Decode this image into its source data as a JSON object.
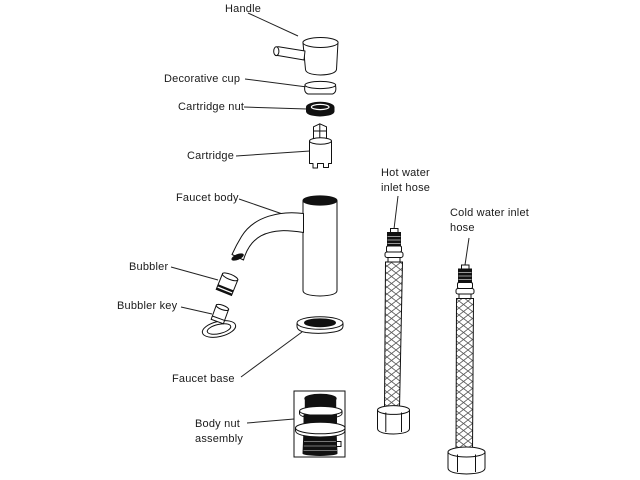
{
  "diagram": {
    "colors": {
      "background": "#ffffff",
      "line": "#111111",
      "dark_fill": "#111111"
    },
    "labels": {
      "handle": "Handle",
      "decorative_cup": "Decorative cup",
      "cartridge_nut": "Cartridge nut",
      "cartridge": "Cartridge",
      "faucet_body": "Faucet body",
      "bubbler": "Bubbler",
      "bubbler_key": "Bubbler key",
      "faucet_base": "Faucet base",
      "body_nut_assembly": [
        "Body nut",
        "assembly"
      ],
      "hot_water_inlet_hose": [
        "Hot water",
        "inlet hose"
      ],
      "cold_water_inlet_hose": [
        "Cold water inlet",
        "hose"
      ]
    }
  }
}
